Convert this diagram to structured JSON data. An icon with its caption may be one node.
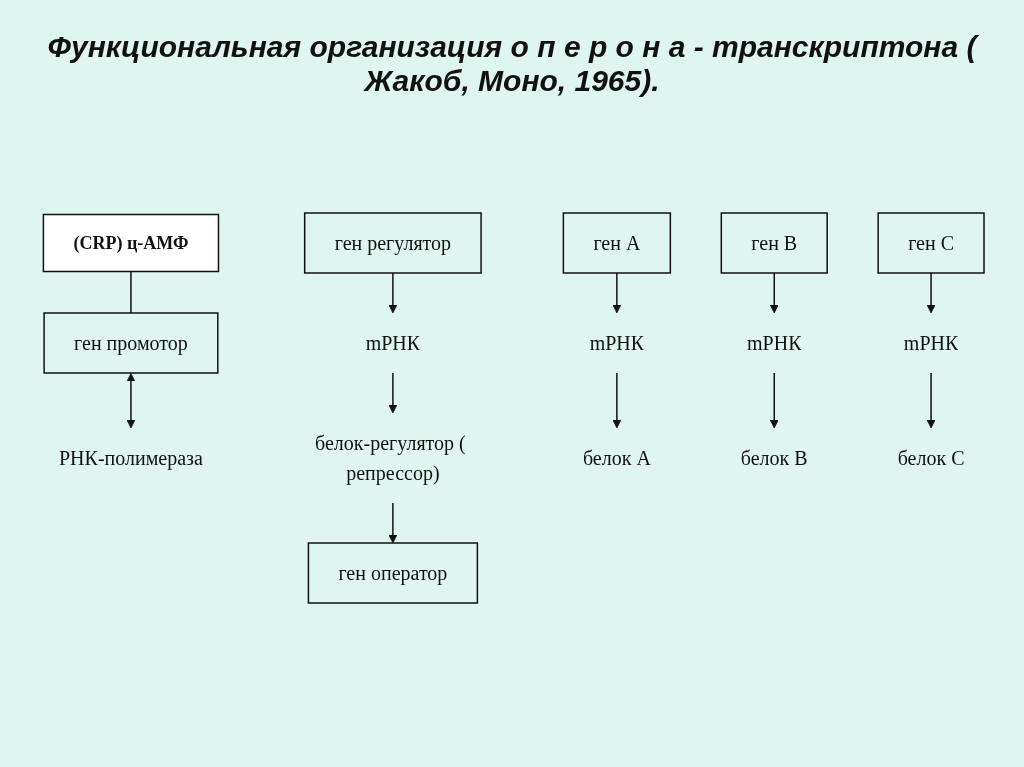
{
  "diagram": {
    "title": "Функциональная организация  о п е р о н а - транскриптона  ( Жакоб, Моно, 1965).",
    "nodes": [
      {
        "text": [
          "ген регулятор"
        ]
      },
      {
        "text": [
          "ген  промотор"
        ]
      },
      {
        "text": [
          "ген оператор"
        ]
      },
      {
        "text": [
          "ген А"
        ]
      },
      {
        "text": [
          "ген В"
        ]
      },
      {
        "text": [
          "ген С"
        ]
      },
      {
        "text": [
          "(CRP) ц-АМФ"
        ]
      },
      {
        "text": [
          "РНК-полимераза"
        ]
      },
      {
        "text": [
          "mРНК"
        ]
      },
      {
        "text": [
          "белок-регулятор ( репрессор)"
        ]
      },
      {
        "text": [
          "mРНК"
        ]
      },
      {
        "text": [
          "mРНК"
        ]
      },
      {
        "text": [
          "mРНК"
        ]
      },
      {
        "text": [
          "белок А"
        ]
      },
      {
        "text": [
          "белок В"
        ]
      },
      {
        "text": [
          "белок С"
        ]
      }
    ],
    "edges": [
      {
        "from": 6,
        "to": 1,
        "arrow": "none"
      },
      {
        "from": 1,
        "to": 7,
        "arrow": "both"
      },
      {
        "from": 0,
        "to": 8,
        "arrow": "to"
      },
      {
        "from": 8,
        "to": 9,
        "arrow": "to"
      },
      {
        "from": 9,
        "to": 2,
        "arrow": "to"
      },
      {
        "from": 3,
        "to": 10,
        "arrow": "to"
      },
      {
        "from": 4,
        "to": 11,
        "arrow": "to"
      },
      {
        "from": 5,
        "to": 12,
        "arrow": "to"
      },
      {
        "from": 10,
        "to": 13,
        "arrow": "to"
      },
      {
        "from": 11,
        "to": 14,
        "arrow": "to"
      },
      {
        "from": 12,
        "to": 15,
        "arrow": "to"
      }
    ]
  }
}
